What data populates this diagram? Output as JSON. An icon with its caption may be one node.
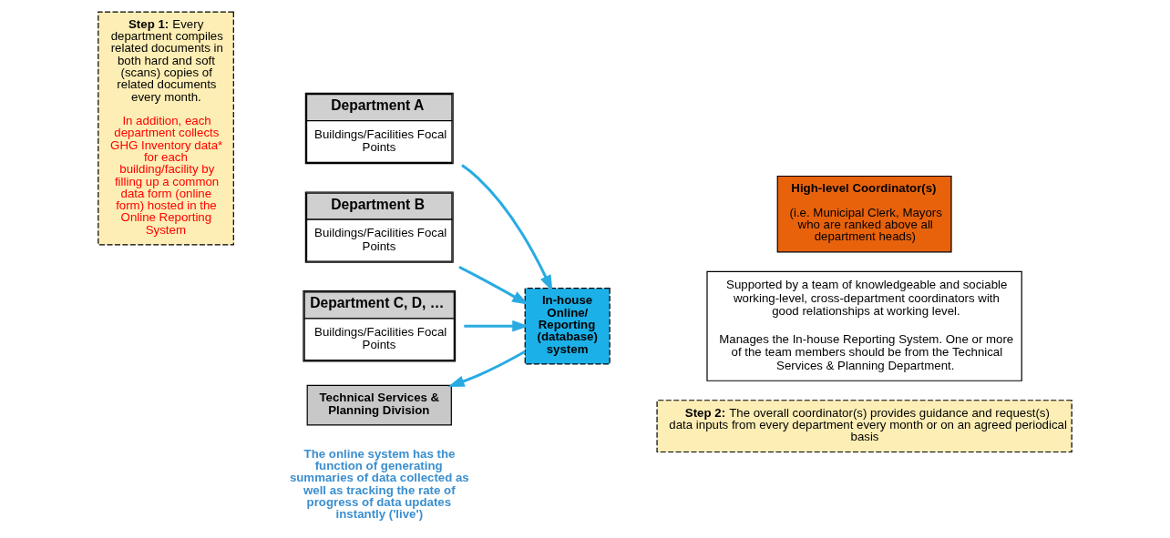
{
  "diagram": {
    "nodes": [
      {
        "text": [
          "**Step 1:** Every department compiles related documents in both hard and soft (scans) copies of related documents every month.",
          "In addition, each department collects GHG Inventory data* for each building/facility by filling up a common data form (online form) hosted in the Online Reporting System"
        ]
      },
      {
        "text": [
          "Department A",
          "Buildings/Facilities Focal Points"
        ]
      },
      {
        "text": [
          "Department B",
          "Buildings/Facilities Focal Points"
        ]
      },
      {
        "text": [
          "Department C, D, …",
          "Buildings/Facilities Focal Points"
        ]
      },
      {
        "text": [
          "Technical Services & Planning Division"
        ]
      },
      {
        "text": [
          "In-house Online/ Reporting (database) system"
        ]
      },
      {
        "text": [
          "High-level Coordinator(s)",
          "(i.e. Municipal Clerk, Mayors who are ranked above all department heads)"
        ]
      },
      {
        "text": [
          "Supported by a team of knowledgeable and sociable working-level, cross-department coordinators with good relationships at working level.",
          "Manages the In-house Reporting System. One or more of the team members should be from the Technical Services & Planning Department."
        ]
      },
      {
        "text": [
          "**Step 2:** The overall coordinator(s) provides guidance and request(s) data inputs from every department every month or on an agreed periodical basis"
        ]
      }
    ],
    "edges": [
      {
        "from": 1,
        "to": 5,
        "arrow": "to"
      },
      {
        "from": 2,
        "to": 5,
        "arrow": "to"
      },
      {
        "from": 3,
        "to": 5,
        "arrow": "to"
      },
      {
        "from": 5,
        "to": 4,
        "arrow": "to"
      }
    ],
    "labels": [
      "The online system has the function of generating summaries of data collected as well as tracking the rate of progress of data updates instantly ('live')"
    ]
  }
}
